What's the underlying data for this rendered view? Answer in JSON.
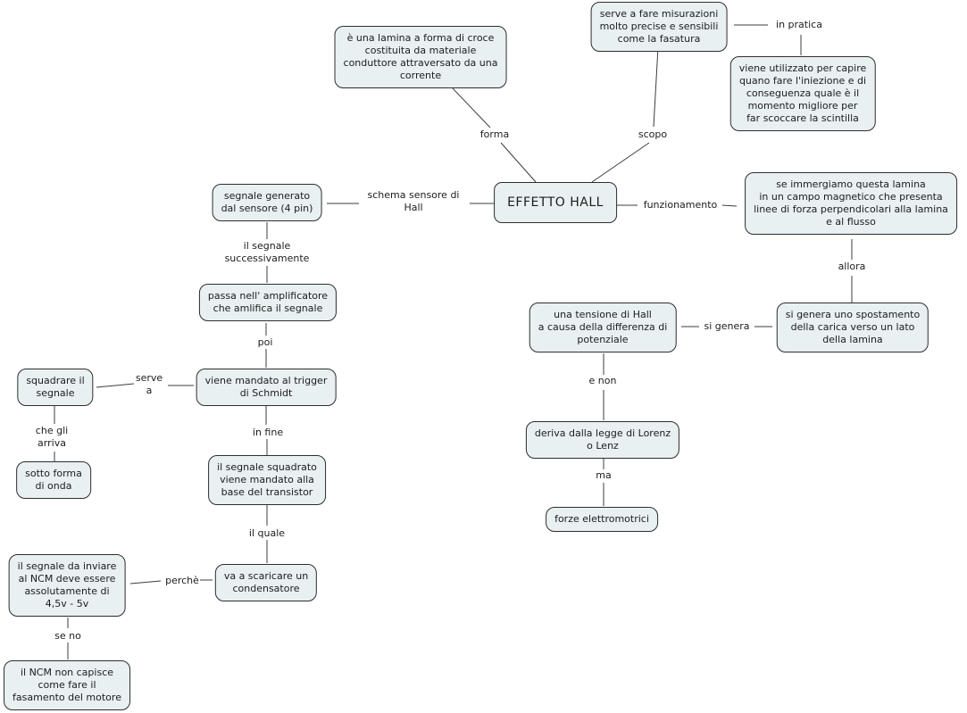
{
  "app": {
    "type": "concept-map",
    "topic": "EFFETTO HALL"
  },
  "colors": {
    "background": "#ffffff",
    "node_fill": "#e8f0f2",
    "node_border": "#2e2e2e",
    "text": "#1c1c1c",
    "line": "#3c3c3c"
  },
  "map": {
    "nodes": [
      {
        "id": "lamina-croce",
        "label": "è una lamina a forma di croce\ncostituita da materiale\nconduttore attraversato da una\ncorrente"
      },
      {
        "id": "misurazioni",
        "label": "serve a fare misurazioni\nmolto precise e sensibili\ncome la fasatura"
      },
      {
        "id": "iniezione",
        "label": "viene utilizzato per capire\nquano fare l'iniezione e di\nconseguenza quale è il\nmomento migliore per\nfar scoccare la scintilla"
      },
      {
        "id": "effetto-hall",
        "label": "EFFETTO HALL"
      },
      {
        "id": "lamina-campo",
        "label": "se immergiamo questa lamina\nin un campo magnetico che presenta\nlinee di forza perpendicolari alla lamina\ne al flusso"
      },
      {
        "id": "spostamento",
        "label": "si genera uno spostamento\ndella carica verso un lato\ndella lamina"
      },
      {
        "id": "tensione-hall",
        "label": "una tensione di Hall\na causa della differenza di\npotenziale"
      },
      {
        "id": "legge-lorenz",
        "label": "deriva dalla legge di Lorenz\no Lenz"
      },
      {
        "id": "forze-elettromotrici",
        "label": "forze elettromotrici"
      },
      {
        "id": "segnale-generato",
        "label": "segnale generato\ndal sensore (4 pin)"
      },
      {
        "id": "amplificatore",
        "label": "passa nell' amplificatore\nche amlifica il segnale"
      },
      {
        "id": "trigger-schmidt",
        "label": "viene mandato al trigger\ndi Schmidt"
      },
      {
        "id": "squadrare",
        "label": "squadrare il\nsegnale"
      },
      {
        "id": "sotto-forma",
        "label": "sotto forma\ndi onda"
      },
      {
        "id": "segnale-squadrato",
        "label": "il segnale squadrato\nviene mandato alla\nbase del transistor"
      },
      {
        "id": "condensatore",
        "label": "va a scaricare un\ncondensatore"
      },
      {
        "id": "segnale-ncm",
        "label": "il segnale da inviare\nal NCM deve essere\nassolutamente di\n4,5v - 5v"
      },
      {
        "id": "ncm-non-capisce",
        "label": "il NCM non capisce\ncome fare il\nfasamento del motore"
      }
    ],
    "link_labels": [
      {
        "id": "forma",
        "label": "forma"
      },
      {
        "id": "scopo",
        "label": "scopo"
      },
      {
        "id": "in-pratica",
        "label": "in pratica"
      },
      {
        "id": "schema-sensore",
        "label": "schema sensore di\nHall"
      },
      {
        "id": "funzionamento",
        "label": "funzionamento"
      },
      {
        "id": "allora",
        "label": "allora"
      },
      {
        "id": "si-genera",
        "label": "si genera"
      },
      {
        "id": "e-non",
        "label": "e non"
      },
      {
        "id": "ma",
        "label": "ma"
      },
      {
        "id": "il-segnale-successivamente",
        "label": "il segnale\nsuccessivamente"
      },
      {
        "id": "poi",
        "label": "poi"
      },
      {
        "id": "serve-a",
        "label": "serve\na"
      },
      {
        "id": "che-gli-arriva",
        "label": "che gli\narriva"
      },
      {
        "id": "in-fine",
        "label": "in fine"
      },
      {
        "id": "il-quale",
        "label": "il quale"
      },
      {
        "id": "perche",
        "label": "perchè"
      },
      {
        "id": "se-no",
        "label": "se no"
      }
    ],
    "edges": [
      {
        "from": "effetto-hall",
        "label": "forma",
        "to": "lamina-croce"
      },
      {
        "from": "effetto-hall",
        "label": "scopo",
        "to": "misurazioni"
      },
      {
        "from": "misurazioni",
        "label": "in pratica",
        "to": "iniezione"
      },
      {
        "from": "effetto-hall",
        "label": "schema sensore di Hall",
        "to": "segnale-generato"
      },
      {
        "from": "effetto-hall",
        "label": "funzionamento",
        "to": "lamina-campo"
      },
      {
        "from": "lamina-campo",
        "label": "allora",
        "to": "spostamento"
      },
      {
        "from": "spostamento",
        "label": "si genera",
        "to": "tensione-hall"
      },
      {
        "from": "tensione-hall",
        "label": "e non",
        "to": "legge-lorenz"
      },
      {
        "from": "legge-lorenz",
        "label": "ma",
        "to": "forze-elettromotrici"
      },
      {
        "from": "segnale-generato",
        "label": "il segnale successivamente",
        "to": "amplificatore"
      },
      {
        "from": "amplificatore",
        "label": "poi",
        "to": "trigger-schmidt"
      },
      {
        "from": "trigger-schmidt",
        "label": "serve a",
        "to": "squadrare"
      },
      {
        "from": "squadrare",
        "label": "che gli arriva",
        "to": "sotto-forma"
      },
      {
        "from": "trigger-schmidt",
        "label": "in fine",
        "to": "segnale-squadrato"
      },
      {
        "from": "segnale-squadrato",
        "label": "il quale",
        "to": "condensatore"
      },
      {
        "from": "condensatore",
        "label": "perchè",
        "to": "segnale-ncm"
      },
      {
        "from": "segnale-ncm",
        "label": "se no",
        "to": "ncm-non-capisce"
      }
    ]
  }
}
